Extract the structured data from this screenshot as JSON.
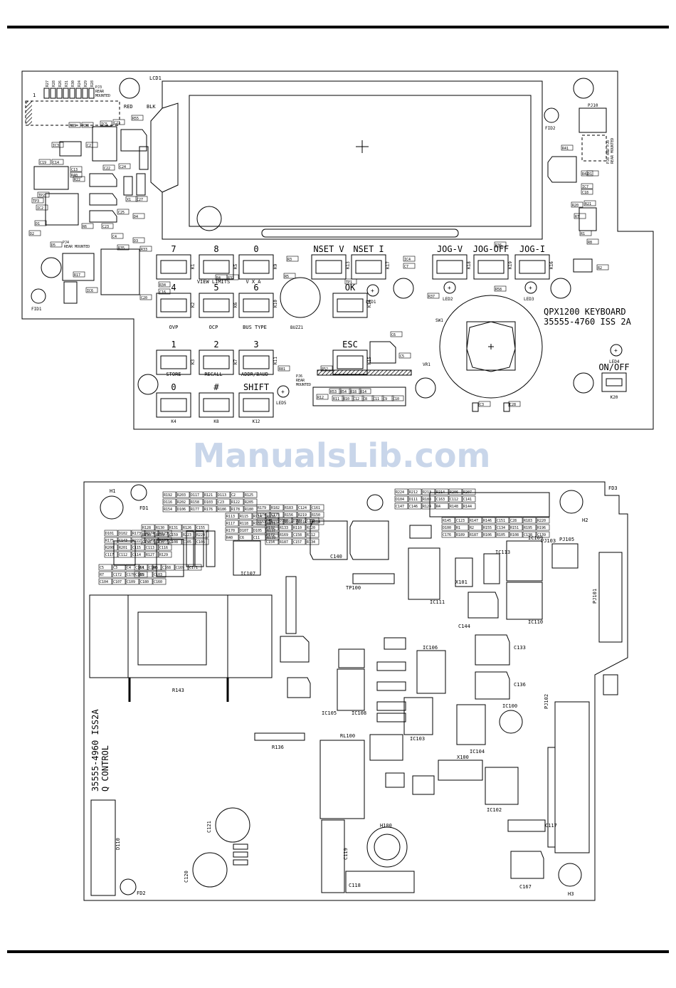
{
  "watermark": "ManualsLib.com",
  "board1": {
    "title_line1": "QPX1200 KEYBOARD",
    "title_line2": "35555-4760 ISS 2A",
    "lcd_label": "LCD1",
    "red_label": "RED",
    "blk_label": "BLK",
    "pin1_label": "1",
    "pj3_label": [
      "PJ3",
      "REAR",
      "MOUNTED"
    ],
    "pj4_label": [
      "PJ4",
      "REAR MOUNTED"
    ],
    "pj6_label": [
      "PJ6",
      "REAR",
      "MOUNTED"
    ],
    "pj10_label": "PJ10",
    "pj8_label": [
      "PJ8 AND PJ8",
      "REAR MOUNTED"
    ],
    "buzz_label": "BUZZ1",
    "sw_label": "SW1",
    "vr_label": "VR1",
    "keys": [
      {
        "label": "7",
        "ref": "K1"
      },
      {
        "label": "8",
        "ref": "K5"
      },
      {
        "label": "0",
        "ref": "K9"
      },
      {
        "label": "NSET V",
        "ref": "K13"
      },
      {
        "label": "NSET I",
        "ref": "K17"
      },
      {
        "label": "JOG-V",
        "ref": "K18"
      },
      {
        "label": "JOG-OFF",
        "ref": "K19"
      },
      {
        "label": "JOG-I",
        "ref": "K16"
      },
      {
        "label": "4",
        "ref": "K2"
      },
      {
        "label": "5",
        "ref": "K6"
      },
      {
        "label": "6",
        "ref": "K10"
      },
      {
        "label": "OK",
        "ref": "K14"
      },
      {
        "label": "1",
        "ref": "K3"
      },
      {
        "label": "2",
        "ref": "K7"
      },
      {
        "label": "3",
        "ref": "K11"
      },
      {
        "label": "ESC",
        "ref": "K15"
      },
      {
        "label": "0",
        "ref": "K4"
      },
      {
        "label": "#",
        "ref": "K8"
      },
      {
        "label": "SHIFT",
        "ref": "K12"
      },
      {
        "label": "ON/OFF",
        "ref": "K20"
      }
    ],
    "key_captions": [
      "VIEW LIMITS",
      "V X A",
      "OVP",
      "OCP",
      "BUS TYPE",
      "STORE",
      "RECALL",
      "ADDR/BAUD"
    ],
    "leds": [
      "LED1",
      "LED2",
      "LED3",
      "LED4",
      "LED5"
    ],
    "fid": [
      "FID1",
      "FID2"
    ],
    "components": [
      "R27",
      "R28",
      "R26",
      "R31",
      "R30",
      "R24",
      "R29",
      "R28",
      "R39",
      "R38",
      "IC5",
      "C21",
      "R55",
      "IC3",
      "C2",
      "C22",
      "C24",
      "C19",
      "C14",
      "C13",
      "R40",
      "R22",
      "X1",
      "C27",
      "TP2",
      "TP3",
      "IC2",
      "R6",
      "C23",
      "C25",
      "D4",
      "C4",
      "D3",
      "D1",
      "D2",
      "D5",
      "R3",
      "R5",
      "R4",
      "R32",
      "C16",
      "R34",
      "R35",
      "R33",
      "R17",
      "IC6",
      "C20",
      "IC4",
      "C7",
      "TP1",
      "R37",
      "R36",
      "R58",
      "R81",
      "R52",
      "R53",
      "R54",
      "R18",
      "R14",
      "R12",
      "R11",
      "R10",
      "C12",
      "C8",
      "C11",
      "C9",
      "C10",
      "C6",
      "C5",
      "C3",
      "C28",
      "R2",
      "R41",
      "R42",
      "D1",
      "IC7",
      "C18",
      "R21",
      "R20",
      "R7",
      "R1",
      "R8",
      "R44",
      "R43",
      "R45",
      "R46"
    ]
  },
  "board2": {
    "title_line1": "35555-4960 ISS2A",
    "title_line2": "Q CONTROL",
    "holes": [
      "H1",
      "H2",
      "H3"
    ],
    "fids": [
      "FD1",
      "FD2",
      "FD3"
    ],
    "big_parts": [
      "R143",
      "IC107",
      "IC105",
      "IC106",
      "IC108",
      "IC109",
      "IC110",
      "IC111",
      "IC113",
      "IC102",
      "IC103",
      "IC104",
      "IC100",
      "RL100",
      "X100",
      "X101",
      "H100",
      "PJ101",
      "PJ102",
      "PJ103",
      "PJ105",
      "TP100",
      "D110",
      "R136",
      "C121",
      "C120",
      "C119",
      "C118",
      "C117",
      "C133",
      "C136",
      "C140",
      "C144",
      "C167"
    ],
    "components": [
      "R192",
      "R203",
      "D117",
      "R121",
      "D113",
      "C2",
      "R125",
      "D116",
      "R202",
      "R158",
      "D103",
      "C23",
      "R122",
      "R205",
      "R154",
      "D106",
      "R177",
      "R176",
      "R186",
      "R178",
      "R180",
      "R179",
      "R182",
      "R183",
      "C124",
      "C161",
      "C174",
      "C175",
      "R156",
      "R219",
      "R150",
      "R153",
      "R157",
      "R210",
      "R216",
      "R218",
      "R224",
      "R212",
      "R213",
      "R214",
      "R206",
      "R207",
      "D104",
      "D111",
      "R188",
      "C163",
      "C112",
      "C141",
      "C147",
      "C146",
      "R124",
      "R4",
      "R148",
      "R144",
      "R145",
      "C123",
      "R147",
      "R146",
      "C151",
      "C28",
      "R183",
      "R220",
      "D100",
      "R1",
      "R2",
      "R155",
      "C134",
      "R151",
      "R195",
      "R196",
      "C176",
      "R189",
      "R187",
      "R106",
      "R105",
      "R108",
      "C138",
      "C139",
      "D101",
      "D102",
      "R173",
      "R174",
      "R123",
      "R175",
      "C143",
      "R222",
      "C149",
      "R199",
      "R200",
      "R201",
      "C115",
      "C113",
      "C116",
      "C117",
      "C112",
      "C114",
      "R127",
      "R129",
      "R128",
      "R130",
      "R131",
      "R126",
      "C155",
      "R190",
      "R189",
      "C159",
      "R223",
      "R224",
      "C150",
      "C137",
      "C108",
      "C105",
      "C106",
      "R113",
      "R115",
      "R114",
      "R116",
      "R117",
      "R118",
      "R102",
      "R171",
      "R170",
      "D107",
      "D105",
      "R137",
      "R40",
      "C6",
      "C11",
      "R139",
      "R41",
      "D108",
      "D109",
      "C135",
      "R132",
      "R133",
      "R110",
      "R120",
      "R172",
      "R169",
      "C158",
      "R112",
      "C154",
      "R187",
      "C157",
      "R134",
      "C5",
      "C3",
      "C4",
      "C1",
      "R5",
      "R7",
      "C172",
      "C170",
      "D3",
      "C103",
      "C104",
      "C107",
      "C109",
      "C180",
      "C160",
      "C164",
      "C166",
      "C168",
      "C169",
      "C171",
      "C165"
    ]
  }
}
